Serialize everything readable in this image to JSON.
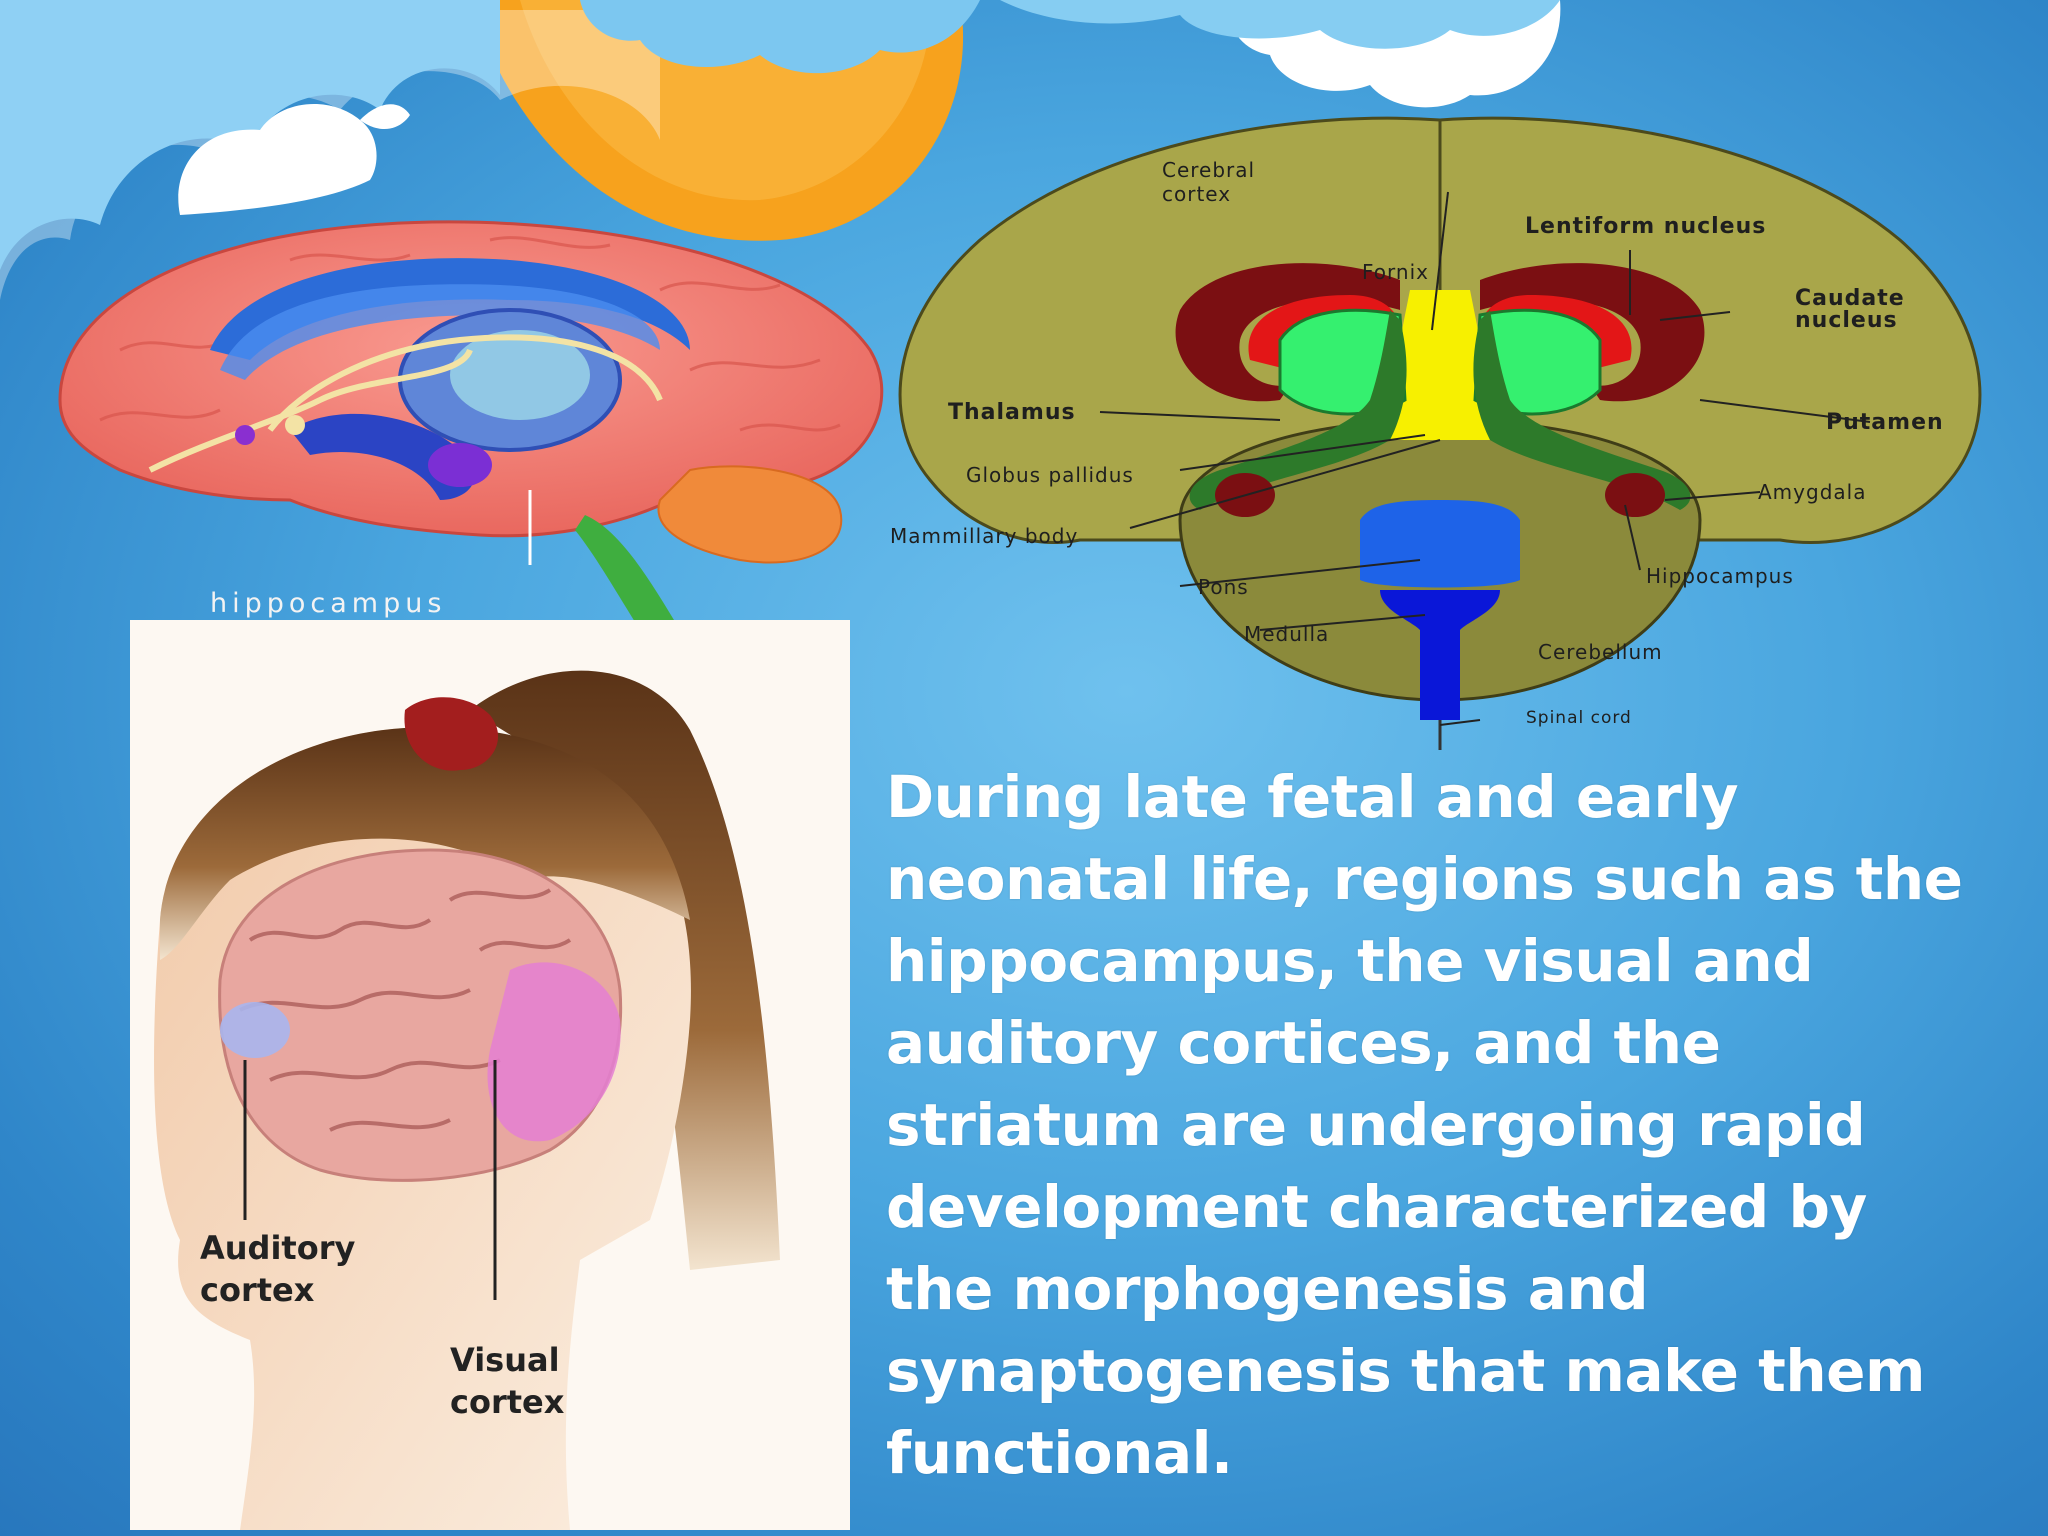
{
  "hippocampus_figure": {
    "label": "hippocampus"
  },
  "brain_section_figure": {
    "labels": {
      "cerebral_cortex": [
        "Cerebral",
        "cortex"
      ],
      "lentiform_nucleus": "Lentiform nucleus",
      "fornix": "Fornix",
      "caudate_nucleus": [
        "Caudate",
        "nucleus"
      ],
      "thalamus": "Thalamus",
      "putamen": "Putamen",
      "globus_pallidus": "Globus pallidus",
      "amygdala": "Amygdala",
      "mammillary_body": "Mammillary body",
      "hippocampus": "Hippocampus",
      "pons": "Pons",
      "medulla": "Medulla",
      "cerebellum": "Cerebellum",
      "spinal_cord": "Spinal cord"
    }
  },
  "head_figure": {
    "auditory_cortex": [
      "Auditory",
      "cortex"
    ],
    "visual_cortex": [
      "Visual",
      "cortex"
    ]
  },
  "caption": {
    "lines": [
      "During late fetal and early",
      "neonatal life, regions such as the",
      "hippocampus, the visual and",
      "auditory cortices, and the",
      "striatum are undergoing rapid",
      "development characterized by",
      "the morphogenesis and",
      "synaptogenesis that make them",
      "functional."
    ]
  },
  "colors": {
    "background": "#4aa6df",
    "cloud": "#ffffff",
    "moon": "#f6a623",
    "caption_text": "#ffffff"
  }
}
